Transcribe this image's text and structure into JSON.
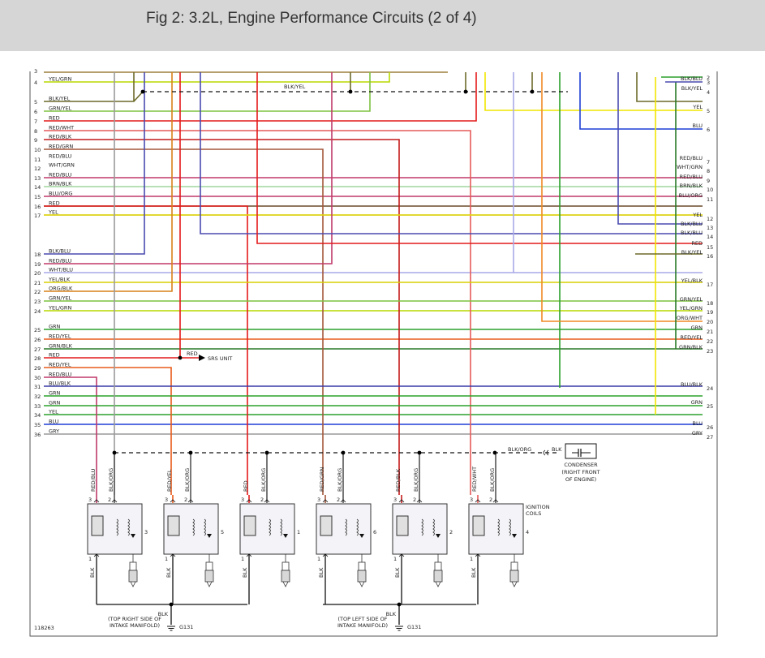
{
  "title": "Fig 2: 3.2L, Engine Performance Circuits (2 of 4)",
  "colors": {
    "YEL": "#f2e600",
    "BLK": "#222222",
    "GRN": "#2ca02c",
    "RED": "#e41a1a",
    "BLU": "#1f3fd6",
    "ORG": "#f08a24",
    "GRY": "#9a9a9a",
    "WHT": "#c8c8d8",
    "BRN": "#8a6a3a",
    "GRN/YEL": "#7fc241",
    "BLK/YEL": "#6d6a2a",
    "RED/WHT": "#e65a5a",
    "RED/BLK": "#c41a1a",
    "RED/GRN": "#a3573a",
    "RED/BLU": "#c03a6a",
    "WHT/GRN": "#9fd59f",
    "BRN/BLK": "#6a4a2a",
    "BLU/ORG": "#6a5aa8",
    "BLK/BLU": "#4a4ab0",
    "WHT/BLU": "#a8a8e8",
    "YEL/BLK": "#d8d000",
    "ORG/BLK": "#d8801a",
    "YEL/GRN": "#b8d800",
    "RED/YEL": "#e85a1a",
    "GRN/BLK": "#2a7a2a",
    "BLU/BLK": "#3a3aa8",
    "ORG/WHT": "#f5a050",
    "BLK/ORG": "#555555"
  },
  "left_wires": [
    {
      "num": "4",
      "label": "YEL/GRN"
    },
    {
      "num": "5",
      "label": "BLK/YEL"
    },
    {
      "num": "6",
      "label": "GRN/YEL"
    },
    {
      "num": "7",
      "label": "RED"
    },
    {
      "num": "8",
      "label": "RED/WHT"
    },
    {
      "num": "9",
      "label": "RED/BLK"
    },
    {
      "num": "10",
      "label": "RED/GRN"
    },
    {
      "num": "11",
      "label": "RED/BLU"
    },
    {
      "num": "12",
      "label": "WHT/GRN"
    },
    {
      "num": "13",
      "label": "RED/BLU"
    },
    {
      "num": "14",
      "label": "BRN/BLK"
    },
    {
      "num": "15",
      "label": "BLU/ORG"
    },
    {
      "num": "16",
      "label": "RED"
    },
    {
      "num": "17",
      "label": "YEL"
    },
    {
      "num": "18",
      "label": "BLK/BLU"
    },
    {
      "num": "19",
      "label": "RED/BLU"
    },
    {
      "num": "20",
      "label": "WHT/BLU"
    },
    {
      "num": "21",
      "label": "YEL/BLK"
    },
    {
      "num": "22",
      "label": "ORG/BLK"
    },
    {
      "num": "23",
      "label": "GRN/YEL"
    },
    {
      "num": "24",
      "label": "YEL/GRN"
    },
    {
      "num": "25",
      "label": "GRN"
    },
    {
      "num": "26",
      "label": "RED/YEL"
    },
    {
      "num": "27",
      "label": "GRN/BLK"
    },
    {
      "num": "28",
      "label": "RED"
    },
    {
      "num": "29",
      "label": "RED/YEL"
    },
    {
      "num": "30",
      "label": "RED/BLU"
    },
    {
      "num": "31",
      "label": "BLU/BLK"
    },
    {
      "num": "32",
      "label": "GRN"
    },
    {
      "num": "33",
      "label": "GRN"
    },
    {
      "num": "34",
      "label": "YEL"
    },
    {
      "num": "35",
      "label": "BLU"
    },
    {
      "num": "36",
      "label": "GRY"
    }
  ],
  "right_wires": [
    {
      "num": "2",
      "label": ""
    },
    {
      "num": "3",
      "label": "BLK/BLU"
    },
    {
      "num": "4",
      "label": "BLK/YEL"
    },
    {
      "num": "5",
      "label": "YEL"
    },
    {
      "num": "6",
      "label": "BLU"
    },
    {
      "num": "7",
      "label": "RED/BLU"
    },
    {
      "num": "8",
      "label": "WHT/GRN"
    },
    {
      "num": "9",
      "label": "RED/BLU"
    },
    {
      "num": "10",
      "label": "BRN/BLK"
    },
    {
      "num": "11",
      "label": "BLU/ORG"
    },
    {
      "num": "12",
      "label": "YEL"
    },
    {
      "num": "13",
      "label": "BLK/BLU"
    },
    {
      "num": "14",
      "label": "BLK/BLU"
    },
    {
      "num": "15",
      "label": "RED"
    },
    {
      "num": "16",
      "label": "BLK/YEL"
    },
    {
      "num": "17",
      "label": "YEL/BLK"
    },
    {
      "num": "18",
      "label": "GRN/YEL"
    },
    {
      "num": "19",
      "label": "YEL/GRN"
    },
    {
      "num": "20",
      "label": "ORG/WHT"
    },
    {
      "num": "21",
      "label": "GRN"
    },
    {
      "num": "22",
      "label": "RED/YEL"
    },
    {
      "num": "23",
      "label": "GRN/BLK"
    },
    {
      "num": "24",
      "label": "BLU/BLK"
    },
    {
      "num": "25",
      "label": "GRN"
    },
    {
      "num": "26",
      "label": "BLU"
    },
    {
      "num": "27",
      "label": "GRY"
    }
  ],
  "inline_labels": {
    "blk_yel_mid": "BLK/YEL",
    "red_srs": "RED",
    "srs_unit": "SRS UNIT",
    "blk_org_cond": "BLK/ORG",
    "blk_cond": "BLK",
    "condenser": [
      "CONDENSER",
      "(RIGHT FRONT",
      "OF ENGINE)"
    ],
    "ignition_coils": [
      "IGNITION",
      "COILS"
    ]
  },
  "coils": [
    {
      "wire_a": "RED/BLU",
      "wire_b": "BLK/ORG",
      "cyl": "3",
      "pin_a": "3",
      "pin_b": "2",
      "pin_c": "1",
      "ground": "BLK"
    },
    {
      "wire_a": "RED/YEL",
      "wire_b": "BLK/ORG",
      "cyl": "5",
      "pin_a": "3",
      "pin_b": "2",
      "pin_c": "1",
      "ground": "BLK"
    },
    {
      "wire_a": "RED",
      "wire_b": "BLK/ORG",
      "cyl": "1",
      "pin_a": "3",
      "pin_b": "2",
      "pin_c": "1",
      "ground": "BLK"
    },
    {
      "wire_a": "RED/GRN",
      "wire_b": "BLK/ORG",
      "cyl": "6",
      "pin_a": "3",
      "pin_b": "2",
      "pin_c": "1",
      "ground": "BLK"
    },
    {
      "wire_a": "RED/BLK",
      "wire_b": "BLK/ORG",
      "cyl": "2",
      "pin_a": "3",
      "pin_b": "2",
      "pin_c": "1",
      "ground": "BLK"
    },
    {
      "wire_a": "RED/WHT",
      "wire_b": "BLK/ORG",
      "cyl": "4",
      "pin_a": "3",
      "pin_b": "2",
      "pin_c": "1",
      "ground": "BLK"
    }
  ],
  "grounds": [
    {
      "wire": "BLK",
      "location": [
        "(TOP RIGHT SIDE OF",
        "INTAKE MANIFOLD)"
      ],
      "name": "G131"
    },
    {
      "wire": "BLK",
      "location": [
        "(TOP LEFT SIDE OF",
        "INTAKE MANIFOLD)"
      ],
      "name": "G131"
    }
  ],
  "figure_id": "118263"
}
